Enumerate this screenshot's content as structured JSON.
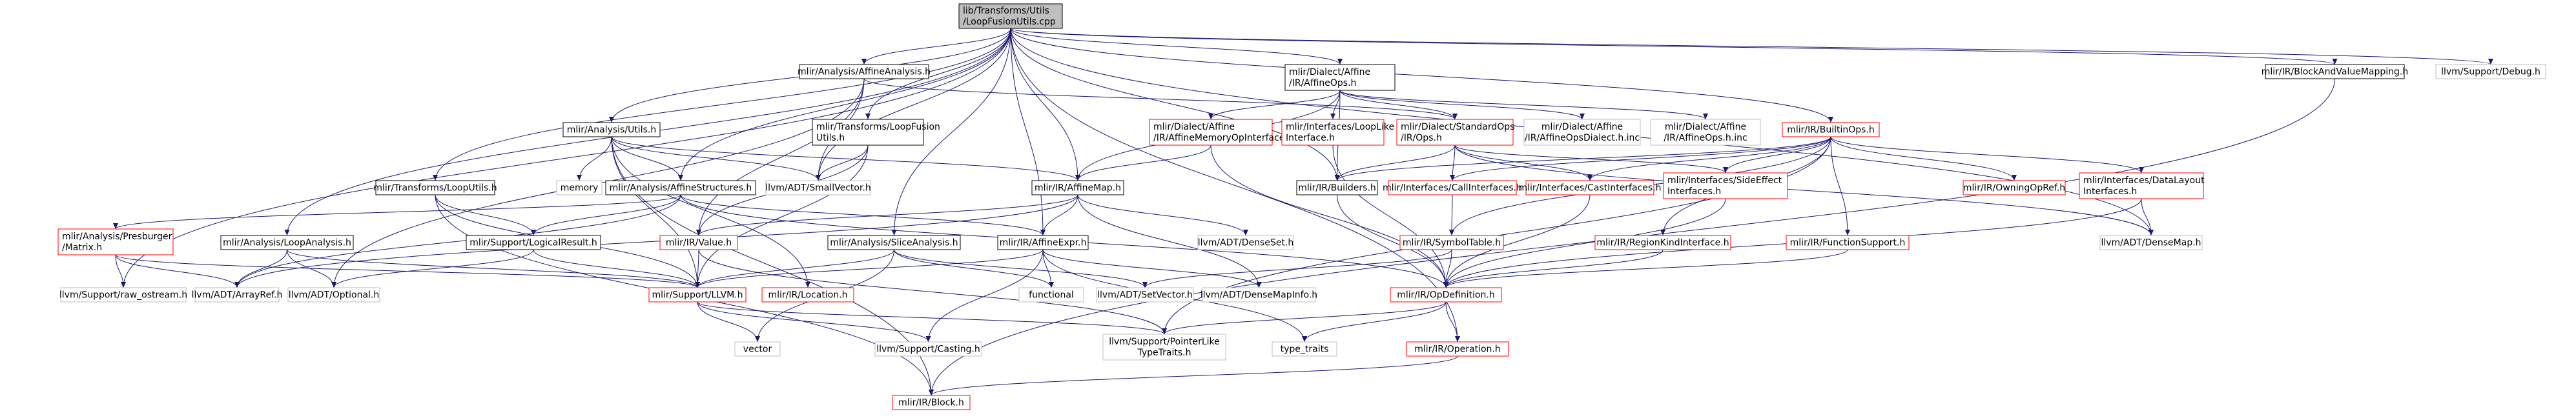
{
  "diagram": {
    "colors": {
      "edge": "#191970",
      "root_fill": "#bfbfbf",
      "root_border": "#000000",
      "local_border": "#000000",
      "file_border": "#ff0000",
      "system_border": "#bfbfbf",
      "text": "#000000",
      "node_fill": "#ffffff"
    },
    "nodes": [
      {
        "id": "root",
        "kind": "root",
        "lines": [
          "lib/Transforms/Utils",
          "/LoopFusionUtils.cpp"
        ]
      },
      {
        "id": "n_affine_analysis",
        "kind": "local",
        "lines": [
          "mlir/Analysis/AffineAnalysis.h"
        ]
      },
      {
        "id": "n_analysis_utils",
        "kind": "local",
        "lines": [
          "mlir/Analysis/Utils.h"
        ]
      },
      {
        "id": "n_loopfusion_utils",
        "kind": "local",
        "lines": [
          "mlir/Transforms/LoopFusion",
          "Utils.h"
        ]
      },
      {
        "id": "n_affine_ops",
        "kind": "local",
        "lines": [
          "mlir/Dialect/Affine",
          "/IR/AffineOps.h"
        ]
      },
      {
        "id": "n_block_mapping",
        "kind": "local",
        "lines": [
          "mlir/IR/BlockAndValueMapping.h"
        ]
      },
      {
        "id": "n_llvm_debug",
        "kind": "system",
        "lines": [
          "llvm/Support/Debug.h"
        ]
      },
      {
        "id": "n_affine_memop",
        "kind": "file",
        "lines": [
          "mlir/Dialect/Affine",
          "/IR/AffineMemoryOpInterfaces.h"
        ]
      },
      {
        "id": "n_looplike",
        "kind": "file",
        "lines": [
          "mlir/Interfaces/LoopLike",
          "Interface.h"
        ]
      },
      {
        "id": "n_standard_ops",
        "kind": "file",
        "lines": [
          "mlir/Dialect/StandardOps",
          "/IR/Ops.h"
        ]
      },
      {
        "id": "n_affine_dialect_inc",
        "kind": "system",
        "lines": [
          "mlir/Dialect/Affine",
          "/IR/AffineOpsDialect.h.inc"
        ]
      },
      {
        "id": "n_affine_ops_inc",
        "kind": "system",
        "lines": [
          "mlir/Dialect/Affine",
          "/IR/AffineOps.h.inc"
        ]
      },
      {
        "id": "n_builtin_ops",
        "kind": "file",
        "lines": [
          "mlir/IR/BuiltinOps.h"
        ]
      },
      {
        "id": "n_memory",
        "kind": "system",
        "lines": [
          "memory"
        ]
      },
      {
        "id": "n_small_vector",
        "kind": "system",
        "lines": [
          "llvm/ADT/SmallVector.h"
        ]
      },
      {
        "id": "n_affine_map",
        "kind": "local",
        "lines": [
          "mlir/IR/AffineMap.h"
        ]
      },
      {
        "id": "n_builders",
        "kind": "local",
        "lines": [
          "mlir/IR/Builders.h"
        ]
      },
      {
        "id": "n_call_interfaces",
        "kind": "file",
        "lines": [
          "mlir/Interfaces/CallInterfaces.h"
        ]
      },
      {
        "id": "n_cast_interfaces",
        "kind": "file",
        "lines": [
          "mlir/Interfaces/CastInterfaces.h"
        ]
      },
      {
        "id": "n_side_effect",
        "kind": "file",
        "lines": [
          "mlir/Interfaces/SideEffect",
          "Interfaces.h"
        ]
      },
      {
        "id": "n_owning_op_ref",
        "kind": "file",
        "lines": [
          "mlir/IR/OwningOpRef.h"
        ]
      },
      {
        "id": "n_data_layout",
        "kind": "file",
        "lines": [
          "mlir/Interfaces/DataLayout",
          "Interfaces.h"
        ]
      },
      {
        "id": "n_transforms_loop_utils",
        "kind": "local",
        "lines": [
          "mlir/Transforms/LoopUtils.h"
        ]
      },
      {
        "id": "n_affine_structures",
        "kind": "local",
        "lines": [
          "mlir/Analysis/AffineStructures.h"
        ]
      },
      {
        "id": "n_dense_set",
        "kind": "system",
        "lines": [
          "llvm/ADT/DenseSet.h"
        ]
      },
      {
        "id": "n_presburger",
        "kind": "file",
        "lines": [
          "mlir/Analysis/Presburger",
          "/Matrix.h"
        ]
      },
      {
        "id": "n_loop_analysis",
        "kind": "local",
        "lines": [
          "mlir/Analysis/LoopAnalysis.h"
        ]
      },
      {
        "id": "n_logical_result",
        "kind": "local",
        "lines": [
          "mlir/Support/LogicalResult.h"
        ]
      },
      {
        "id": "n_ir_value",
        "kind": "file",
        "lines": [
          "mlir/IR/Value.h"
        ]
      },
      {
        "id": "n_slice_analysis",
        "kind": "local",
        "lines": [
          "mlir/Analysis/SliceAnalysis.h"
        ]
      },
      {
        "id": "n_affine_expr",
        "kind": "local",
        "lines": [
          "mlir/IR/AffineExpr.h"
        ]
      },
      {
        "id": "n_symbol_table",
        "kind": "file",
        "lines": [
          "mlir/IR/SymbolTable.h"
        ]
      },
      {
        "id": "n_region_kind",
        "kind": "file",
        "lines": [
          "mlir/IR/RegionKindInterface.h"
        ]
      },
      {
        "id": "n_function_support",
        "kind": "file",
        "lines": [
          "mlir/IR/FunctionSupport.h"
        ]
      },
      {
        "id": "n_dense_map",
        "kind": "system",
        "lines": [
          "llvm/ADT/DenseMap.h"
        ]
      },
      {
        "id": "n_raw_ostream",
        "kind": "system",
        "lines": [
          "llvm/Support/raw_ostream.h"
        ]
      },
      {
        "id": "n_array_ref",
        "kind": "system",
        "lines": [
          "llvm/ADT/ArrayRef.h"
        ]
      },
      {
        "id": "n_optional",
        "kind": "system",
        "lines": [
          "llvm/ADT/Optional.h"
        ]
      },
      {
        "id": "n_support_llvm",
        "kind": "file",
        "lines": [
          "mlir/Support/LLVM.h"
        ]
      },
      {
        "id": "n_ir_location",
        "kind": "file",
        "lines": [
          "mlir/IR/Location.h"
        ]
      },
      {
        "id": "n_functional",
        "kind": "system",
        "lines": [
          "functional"
        ]
      },
      {
        "id": "n_set_vector",
        "kind": "system",
        "lines": [
          "llvm/ADT/SetVector.h"
        ]
      },
      {
        "id": "n_dense_map_info",
        "kind": "system",
        "lines": [
          "llvm/ADT/DenseMapInfo.h"
        ]
      },
      {
        "id": "n_op_definition",
        "kind": "file",
        "lines": [
          "mlir/IR/OpDefinition.h"
        ]
      },
      {
        "id": "n_vector",
        "kind": "system",
        "lines": [
          "vector"
        ]
      },
      {
        "id": "n_casting",
        "kind": "system",
        "lines": [
          "llvm/Support/Casting.h"
        ]
      },
      {
        "id": "n_pointer_like",
        "kind": "system",
        "lines": [
          "llvm/Support/PointerLike",
          "TypeTraits.h"
        ]
      },
      {
        "id": "n_type_traits",
        "kind": "system",
        "lines": [
          "type_traits"
        ]
      },
      {
        "id": "n_operation",
        "kind": "file",
        "lines": [
          "mlir/IR/Operation.h"
        ]
      },
      {
        "id": "n_block",
        "kind": "file",
        "lines": [
          "mlir/IR/Block.h"
        ]
      }
    ],
    "edges": [
      [
        "root",
        "n_affine_analysis"
      ],
      [
        "root",
        "n_analysis_utils"
      ],
      [
        "root",
        "n_loopfusion_utils"
      ],
      [
        "root",
        "n_affine_ops"
      ],
      [
        "root",
        "n_block_mapping"
      ],
      [
        "root",
        "n_llvm_debug"
      ],
      [
        "root",
        "n_builtin_ops"
      ],
      [
        "root",
        "n_transforms_loop_utils"
      ],
      [
        "root",
        "n_affine_structures"
      ],
      [
        "root",
        "n_loop_analysis"
      ],
      [
        "root",
        "n_slice_analysis"
      ],
      [
        "root",
        "n_affine_map"
      ],
      [
        "root",
        "n_small_vector"
      ],
      [
        "root",
        "n_raw_ostream"
      ],
      [
        "root",
        "n_builders"
      ],
      [
        "root",
        "n_dense_map"
      ],
      [
        "root",
        "n_operation"
      ],
      [
        "root",
        "n_affine_expr"
      ],
      [
        "n_affine_analysis",
        "n_ir_value"
      ],
      [
        "n_affine_analysis",
        "n_small_vector"
      ],
      [
        "n_affine_analysis",
        "n_standard_ops"
      ],
      [
        "n_affine_analysis",
        "n_optional"
      ],
      [
        "n_analysis_utils",
        "n_memory"
      ],
      [
        "n_analysis_utils",
        "n_small_vector"
      ],
      [
        "n_analysis_utils",
        "n_affine_structures"
      ],
      [
        "n_analysis_utils",
        "n_affine_map"
      ],
      [
        "n_analysis_utils",
        "n_ir_location"
      ],
      [
        "n_analysis_utils",
        "n_support_llvm"
      ],
      [
        "n_analysis_utils",
        "n_block"
      ],
      [
        "n_loopfusion_utils",
        "n_small_vector"
      ],
      [
        "n_loopfusion_utils",
        "n_ir_value"
      ],
      [
        "n_loopfusion_utils",
        "n_support_llvm"
      ],
      [
        "n_affine_ops",
        "n_affine_memop"
      ],
      [
        "n_affine_ops",
        "n_looplike"
      ],
      [
        "n_affine_ops",
        "n_standard_ops"
      ],
      [
        "n_affine_ops",
        "n_affine_dialect_inc"
      ],
      [
        "n_affine_ops",
        "n_affine_ops_inc"
      ],
      [
        "n_affine_ops",
        "n_affine_map"
      ],
      [
        "n_affine_ops",
        "n_builders"
      ],
      [
        "n_affine_memop",
        "n_affine_map"
      ],
      [
        "n_affine_memop",
        "n_op_definition"
      ],
      [
        "n_looplike",
        "n_op_definition"
      ],
      [
        "n_standard_ops",
        "n_builders"
      ],
      [
        "n_standard_ops",
        "n_call_interfaces"
      ],
      [
        "n_standard_ops",
        "n_cast_interfaces"
      ],
      [
        "n_standard_ops",
        "n_side_effect"
      ],
      [
        "n_standard_ops",
        "n_dense_map"
      ],
      [
        "n_builtin_ops",
        "n_builders"
      ],
      [
        "n_builtin_ops",
        "n_call_interfaces"
      ],
      [
        "n_builtin_ops",
        "n_cast_interfaces"
      ],
      [
        "n_builtin_ops",
        "n_side_effect"
      ],
      [
        "n_builtin_ops",
        "n_owning_op_ref"
      ],
      [
        "n_builtin_ops",
        "n_data_layout"
      ],
      [
        "n_builtin_ops",
        "n_symbol_table"
      ],
      [
        "n_builtin_ops",
        "n_region_kind"
      ],
      [
        "n_builtin_ops",
        "n_function_support"
      ],
      [
        "n_builtin_ops",
        "n_pointer_like"
      ],
      [
        "n_affine_map",
        "n_affine_expr"
      ],
      [
        "n_affine_map",
        "n_dense_set"
      ],
      [
        "n_affine_map",
        "n_dense_map_info"
      ],
      [
        "n_affine_map",
        "n_ir_value"
      ],
      [
        "n_affine_map",
        "n_array_ref"
      ],
      [
        "n_builders",
        "n_op_definition"
      ],
      [
        "n_call_interfaces",
        "n_symbol_table"
      ],
      [
        "n_cast_interfaces",
        "n_op_definition"
      ],
      [
        "n_side_effect",
        "n_op_definition"
      ],
      [
        "n_data_layout",
        "n_dense_map"
      ],
      [
        "n_data_layout",
        "n_op_definition"
      ],
      [
        "n_transforms_loop_utils",
        "n_logical_result"
      ],
      [
        "n_transforms_loop_utils",
        "n_support_llvm"
      ],
      [
        "n_transforms_loop_utils",
        "n_block"
      ],
      [
        "n_affine_structures",
        "n_presburger"
      ],
      [
        "n_affine_structures",
        "n_affine_expr"
      ],
      [
        "n_affine_structures",
        "n_logical_result"
      ],
      [
        "n_affine_structures",
        "n_op_definition"
      ],
      [
        "n_affine_structures",
        "n_array_ref"
      ],
      [
        "n_presburger",
        "n_raw_ostream"
      ],
      [
        "n_presburger",
        "n_array_ref"
      ],
      [
        "n_presburger",
        "n_support_llvm"
      ],
      [
        "n_loop_analysis",
        "n_array_ref"
      ],
      [
        "n_loop_analysis",
        "n_optional"
      ],
      [
        "n_loop_analysis",
        "n_support_llvm"
      ],
      [
        "n_logical_result",
        "n_support_llvm"
      ],
      [
        "n_logical_result",
        "n_optional"
      ],
      [
        "n_ir_value",
        "n_support_llvm"
      ],
      [
        "n_ir_value",
        "n_pointer_like"
      ],
      [
        "n_slice_analysis",
        "n_functional"
      ],
      [
        "n_slice_analysis",
        "n_vector"
      ],
      [
        "n_slice_analysis",
        "n_set_vector"
      ],
      [
        "n_slice_analysis",
        "n_support_llvm"
      ],
      [
        "n_affine_expr",
        "n_support_llvm"
      ],
      [
        "n_affine_expr",
        "n_functional"
      ],
      [
        "n_affine_expr",
        "n_casting"
      ],
      [
        "n_affine_expr",
        "n_type_traits"
      ],
      [
        "n_affine_expr",
        "n_dense_map_info"
      ],
      [
        "n_symbol_table",
        "n_op_definition"
      ],
      [
        "n_symbol_table",
        "n_set_vector"
      ],
      [
        "n_region_kind",
        "n_op_definition"
      ],
      [
        "n_function_support",
        "n_op_definition"
      ],
      [
        "n_support_llvm",
        "n_vector"
      ],
      [
        "n_support_llvm",
        "n_casting"
      ],
      [
        "n_support_llvm",
        "n_pointer_like"
      ],
      [
        "n_op_definition",
        "n_operation"
      ],
      [
        "n_op_definition",
        "n_type_traits"
      ],
      [
        "n_op_definition",
        "n_pointer_like"
      ],
      [
        "n_operation",
        "n_block"
      ],
      [
        "n_block_mapping",
        "n_block"
      ]
    ]
  }
}
